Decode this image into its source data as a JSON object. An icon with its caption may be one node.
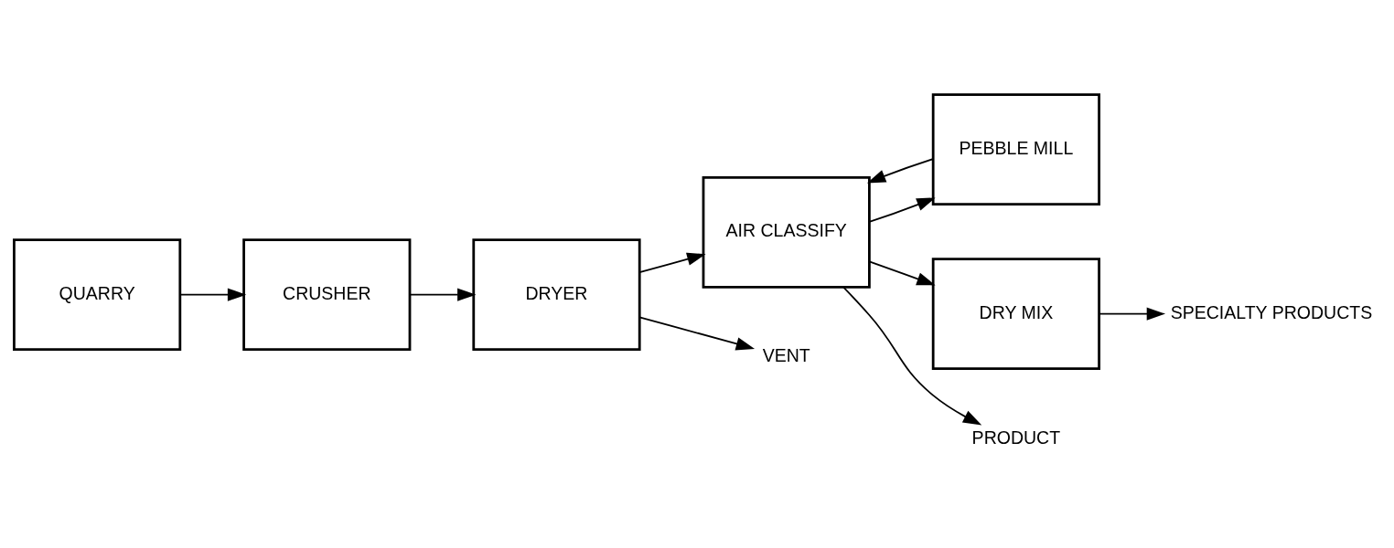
{
  "diagram": {
    "nodes": [
      {
        "text": [
          "QUARRY"
        ]
      },
      {
        "text": [
          "CRUSHER"
        ]
      },
      {
        "text": [
          "DRYER"
        ]
      },
      {
        "text": [
          "AIR CLASSIFY"
        ]
      },
      {
        "text": [
          "PEBBLE MILL"
        ]
      },
      {
        "text": [
          "DRY MIX"
        ]
      },
      {
        "text": [
          "VENT"
        ]
      },
      {
        "text": [
          "SPECIALTY PRODUCTS"
        ]
      },
      {
        "text": [
          "PRODUCT"
        ]
      }
    ],
    "edges": [
      {
        "from": 0,
        "to": 1,
        "arrow": "to"
      },
      {
        "from": 1,
        "to": 2,
        "arrow": "to"
      },
      {
        "from": 2,
        "to": 3,
        "arrow": "to"
      },
      {
        "from": 4,
        "to": 3,
        "arrow": "to"
      },
      {
        "from": 2,
        "to": 6,
        "arrow": "to"
      },
      {
        "from": 3,
        "to": 4,
        "arrow": "to"
      },
      {
        "from": 3,
        "to": 8,
        "arrow": "to"
      },
      {
        "from": 3,
        "to": 5,
        "arrow": "to"
      },
      {
        "from": 5,
        "to": 7,
        "arrow": "to"
      }
    ]
  }
}
